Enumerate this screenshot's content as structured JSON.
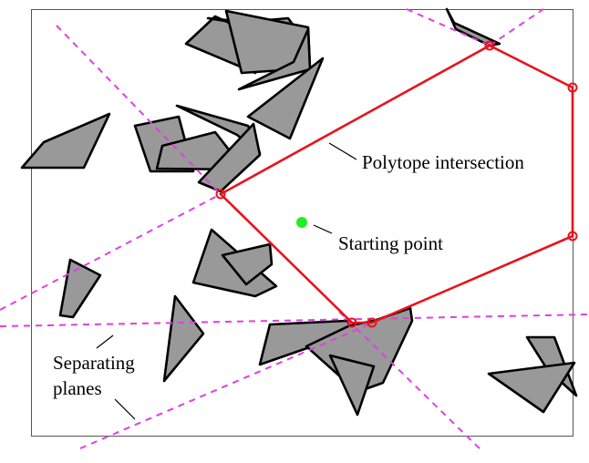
{
  "labels": {
    "polytope_intersection": "Polytope intersection",
    "starting_point": "Starting point",
    "separating_planes_line1": "Separating",
    "separating_planes_line2": "planes"
  },
  "colors": {
    "background": "#ffffff",
    "frame": "#555555",
    "obstacle_fill": "#999999",
    "obstacle_stroke": "#000000",
    "polytope_edge": "#e8131c",
    "separating_plane": "#e23ee2",
    "starting_point": "#22ee22"
  },
  "legend_items": [
    {
      "element": "polytope-outline",
      "label_key": "polytope_intersection"
    },
    {
      "element": "starting-point",
      "label_key": "starting_point"
    },
    {
      "element": "separating-plane",
      "label_key": "separating_planes"
    }
  ]
}
